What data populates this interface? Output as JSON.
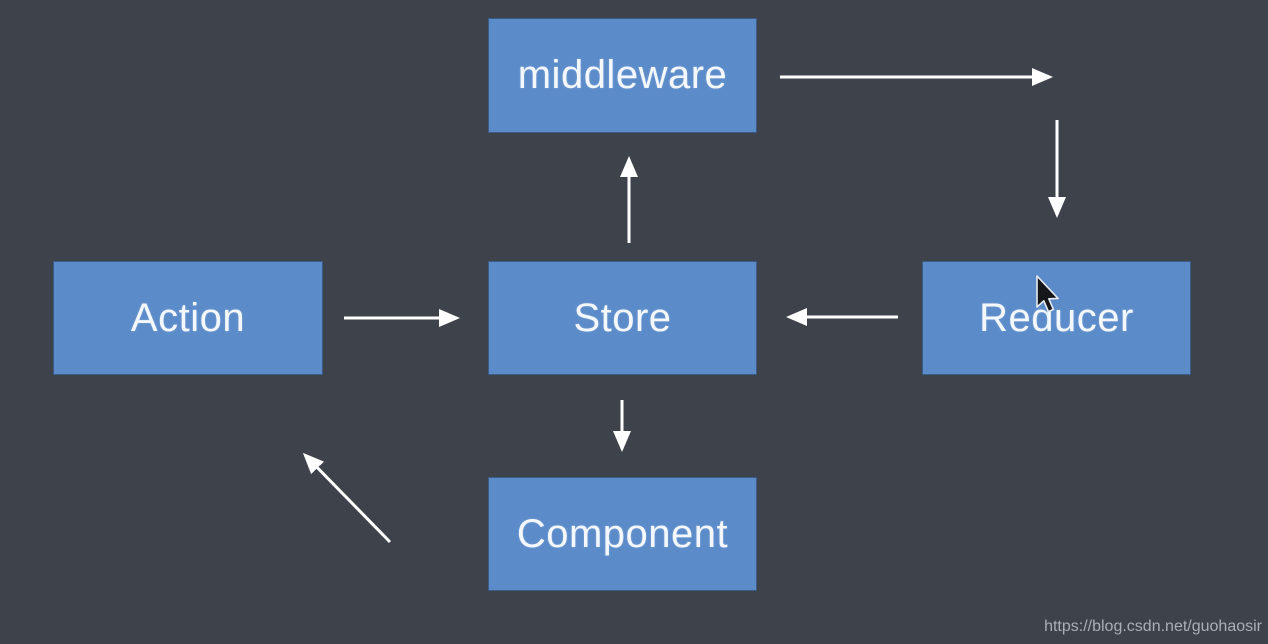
{
  "diagram": {
    "nodes": [
      {
        "id": "middleware",
        "label": "middleware"
      },
      {
        "id": "action",
        "label": "Action"
      },
      {
        "id": "store",
        "label": "Store"
      },
      {
        "id": "reducer",
        "label": "Reducer"
      },
      {
        "id": "component",
        "label": "Component"
      }
    ],
    "edges": [
      {
        "from": "action",
        "to": "store"
      },
      {
        "from": "store",
        "to": "middleware"
      },
      {
        "from": "middleware",
        "to": "reducer"
      },
      {
        "from": "reducer",
        "to": "store"
      },
      {
        "from": "store",
        "to": "component"
      },
      {
        "from": "component",
        "to": "action"
      }
    ],
    "colors": {
      "background": "#3e434b",
      "node_fill": "#5b8bc9",
      "node_text": "#f4f8fd",
      "arrow": "#ffffff",
      "watermark_text": "#a9aeb7"
    }
  },
  "watermark": {
    "text": "https://blog.csdn.net/guohaosir"
  }
}
